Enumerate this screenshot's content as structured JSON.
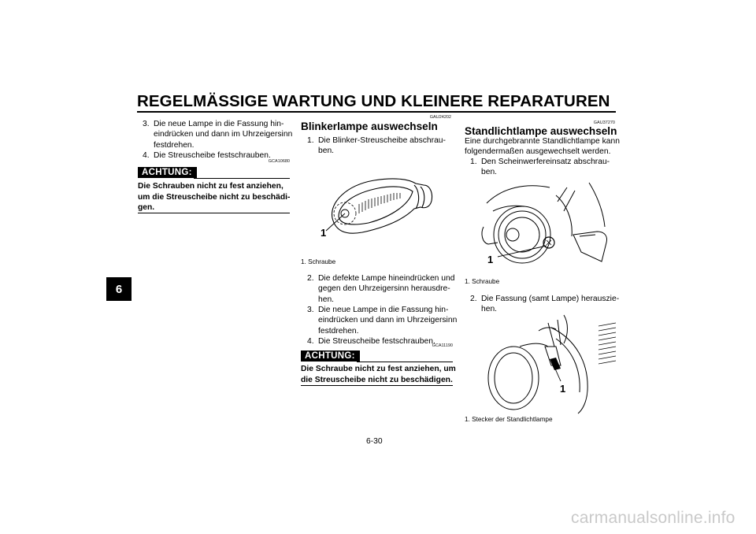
{
  "header": {
    "title": "REGELMÄSSIGE WARTUNG UND KLEINERE REPARATUREN"
  },
  "chapter_tab": "6",
  "col1": {
    "steps": [
      {
        "num": "3.",
        "lines": [
          "Die neue Lampe in die Fassung hin-",
          "eindrücken und dann im Uhrzeigersinn",
          "festdrehen."
        ]
      },
      {
        "num": "4.",
        "lines": [
          "Die Streuscheibe festschrauben."
        ]
      }
    ],
    "caution_code": "GCA10680",
    "caution_label": "ACHTUNG:",
    "caution_lines": [
      "Die Schrauben nicht zu fest anziehen,",
      "um die Streuscheibe nicht zu beschädi-",
      "gen."
    ]
  },
  "col2": {
    "code": "GAU24202",
    "title": "Blinkerlampe auswechseln",
    "step1": {
      "num": "1.",
      "lines": [
        "Die Blinker-Streuscheibe abschrau-",
        "ben."
      ]
    },
    "figure_callout": "1",
    "caption": "1. Schraube",
    "steps": [
      {
        "num": "2.",
        "lines": [
          "Die defekte Lampe hineindrücken und",
          "gegen den Uhrzeigersinn herausdre-",
          "hen."
        ]
      },
      {
        "num": "3.",
        "lines": [
          "Die neue Lampe in die Fassung hin-",
          "eindrücken und dann im Uhrzeigersinn",
          "festdrehen."
        ]
      },
      {
        "num": "4.",
        "lines": [
          "Die Streuscheibe festschrauben."
        ]
      }
    ],
    "caution_code": "GCA11190",
    "caution_label": "ACHTUNG:",
    "caution_lines": [
      "Die Schraube nicht zu fest anziehen, um",
      "die Streuscheibe nicht zu beschädigen."
    ]
  },
  "col3": {
    "code": "GAU37270",
    "title": "Standlichtlampe auswechseln",
    "intro_lines": [
      "Eine durchgebrannte Standlichtlampe kann",
      "folgendermaßen ausgewechselt werden."
    ],
    "step1": {
      "num": "1.",
      "lines": [
        "Den Scheinwerfereinsatz abschrau-",
        "ben."
      ]
    },
    "figure1_callout": "1",
    "caption1": "1. Schraube",
    "step2": {
      "num": "2.",
      "lines": [
        "Die Fassung (samt Lampe) herauszie-",
        "hen."
      ]
    },
    "figure2_callout": "1",
    "caption2": "1. Stecker der Standlichtlampe"
  },
  "footer": {
    "page_number": "6-30",
    "watermark": "carmanualsonline.info"
  },
  "colors": {
    "text": "#000000",
    "watermark": "#c9c9c9",
    "background": "#ffffff"
  }
}
